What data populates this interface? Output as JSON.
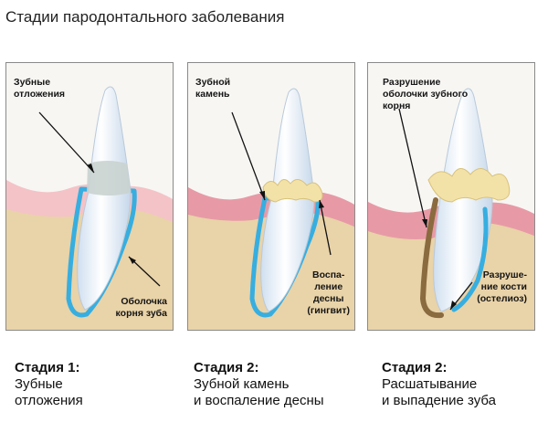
{
  "title": "Стадии пародонтального заболевания",
  "panels": [
    {
      "labels": [
        {
          "lines": [
            "Зубные",
            "отложения"
          ]
        },
        {
          "lines": [
            "Оболочка",
            "корня зуба"
          ]
        }
      ],
      "caption": {
        "stage": "Стадия 1:",
        "lines": [
          "Зубные",
          "отложения"
        ]
      }
    },
    {
      "labels": [
        {
          "lines": [
            "Зубной",
            "камень"
          ]
        },
        {
          "lines": [
            "Воспа-",
            "ление",
            "десны",
            "(гингвит)"
          ]
        }
      ],
      "caption": {
        "stage": "Стадия 2:",
        "lines": [
          "Зубной камень",
          "и воспаление десны"
        ]
      }
    },
    {
      "labels": [
        {
          "lines": [
            "Разрушение",
            "оболочки зубного",
            "корня"
          ]
        },
        {
          "lines": [
            "Разруше-",
            "ние кости",
            "(остелиоз)"
          ]
        }
      ],
      "caption": {
        "stage": "Стадия 2:",
        "lines": [
          "Расшатывание",
          "и выпадение зуба"
        ]
      }
    }
  ],
  "colors": {
    "bone": "#e9d3a8",
    "gum": "#f4c3c7",
    "gum_inflamed": "#e79aa6",
    "tooth": "#eef4fb",
    "root_sheath": "#37aee0",
    "plaque": "#c9d3cf",
    "tartar": "#f3e2a8",
    "decay": "#8a6a3f",
    "frame": "#8a8a8a"
  }
}
